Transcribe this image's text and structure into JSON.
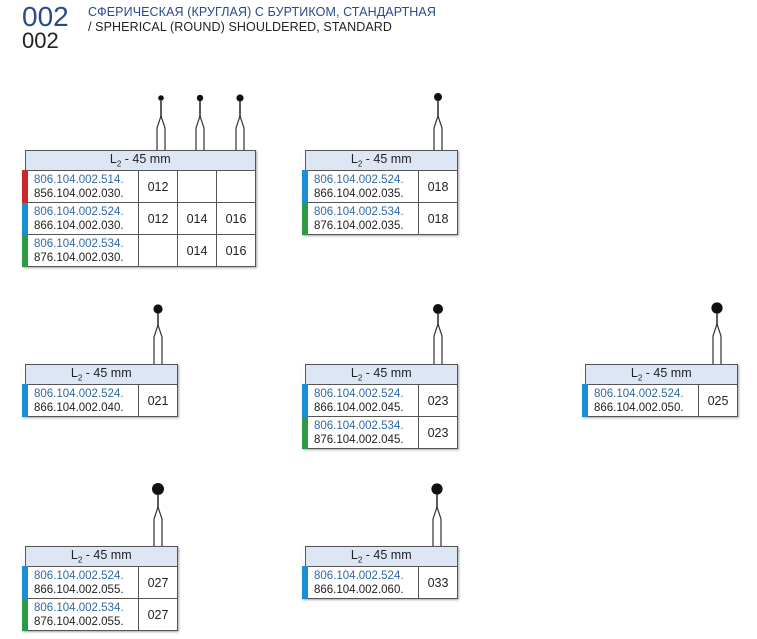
{
  "header": {
    "code_main": "002",
    "code_sub": "002",
    "title_ru": "СФЕРИЧЕСКАЯ (КРУГЛАЯ) С БУРТИКОМ, СТАНДАРТНАЯ",
    "title_en": "/ SPHERICAL (ROUND) SHOULDERED, STANDARD"
  },
  "colors": {
    "blue_stripe": "#1a8fd6",
    "red_stripe": "#c8282e",
    "green_stripe": "#2d9b45",
    "header_fill": "#dce6f4"
  },
  "blocks": [
    {
      "head_pre": "L",
      "head_sub": "2",
      "head_post": " - 45 mm",
      "rows": [
        {
          "stripe": "red",
          "ref1": "806.104.002.514.",
          "ref2": "856.104.002.030.",
          "sizes": [
            "012",
            "",
            ""
          ]
        },
        {
          "stripe": "blue",
          "ref1": "806.104.002.524.",
          "ref2": "866.104.002.030.",
          "sizes": [
            "012",
            "014",
            "016"
          ]
        },
        {
          "stripe": "green",
          "ref1": "806.104.002.534.",
          "ref2": "876.104.002.030.",
          "sizes": [
            "",
            "014",
            "016"
          ]
        }
      ]
    },
    {
      "head_pre": "L",
      "head_sub": "2",
      "head_post": " - 45 mm",
      "rows": [
        {
          "stripe": "blue",
          "ref1": "806.104.002.524.",
          "ref2": "866.104.002.035.",
          "sizes": [
            "018"
          ]
        },
        {
          "stripe": "green",
          "ref1": "806.104.002.534.",
          "ref2": "876.104.002.035.",
          "sizes": [
            "018"
          ]
        }
      ]
    },
    {
      "head_pre": "L",
      "head_sub": "2",
      "head_post": " - 45 mm",
      "rows": [
        {
          "stripe": "blue",
          "ref1": "806.104.002.524.",
          "ref2": "866.104.002.040.",
          "sizes": [
            "021"
          ]
        }
      ]
    },
    {
      "head_pre": "L",
      "head_sub": "2",
      "head_post": " - 45 mm",
      "rows": [
        {
          "stripe": "blue",
          "ref1": "806.104.002.524.",
          "ref2": "866.104.002.045.",
          "sizes": [
            "023"
          ]
        },
        {
          "stripe": "green",
          "ref1": "806.104.002.534.",
          "ref2": "876.104.002.045.",
          "sizes": [
            "023"
          ]
        }
      ]
    },
    {
      "head_pre": "L",
      "head_sub": "2",
      "head_post": " - 45 mm",
      "rows": [
        {
          "stripe": "blue",
          "ref1": "806.104.002.524.",
          "ref2": "866.104.002.050.",
          "sizes": [
            "025"
          ]
        }
      ]
    },
    {
      "head_pre": "L",
      "head_sub": "2",
      "head_post": " - 45 mm",
      "rows": [
        {
          "stripe": "blue",
          "ref1": "806.104.002.524.",
          "ref2": "866.104.002.055.",
          "sizes": [
            "027"
          ]
        },
        {
          "stripe": "green",
          "ref1": "806.104.002.534.",
          "ref2": "876.104.002.055.",
          "sizes": [
            "027"
          ]
        }
      ]
    },
    {
      "head_pre": "L",
      "head_sub": "2",
      "head_post": " - 45 mm",
      "rows": [
        {
          "stripe": "blue",
          "ref1": "806.104.002.524.",
          "ref2": "866.104.002.060.",
          "sizes": [
            "033"
          ]
        }
      ]
    }
  ]
}
